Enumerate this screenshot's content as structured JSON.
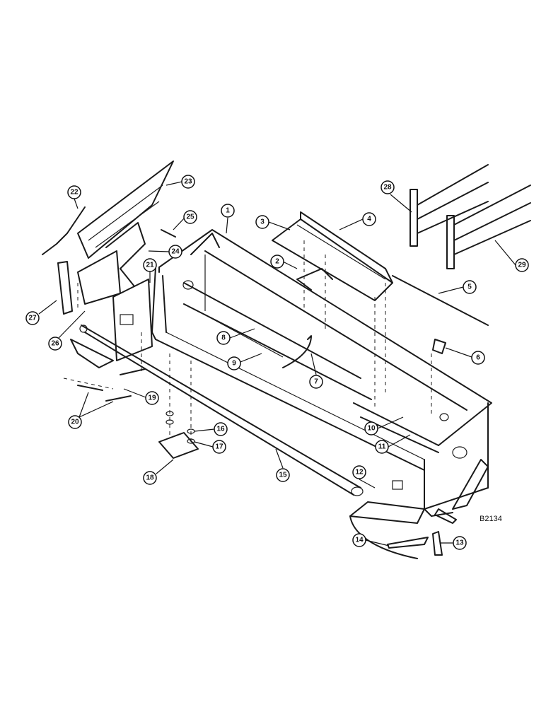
{
  "drawing_code": "B2134",
  "callouts": [
    "1",
    "2",
    "3",
    "4",
    "5",
    "6",
    "7",
    "8",
    "9",
    "10",
    "11",
    "12",
    "13",
    "14",
    "15",
    "16",
    "17",
    "18",
    "19",
    "20",
    "21",
    "22",
    "23",
    "24",
    "25",
    "26",
    "27",
    "28",
    "29"
  ]
}
